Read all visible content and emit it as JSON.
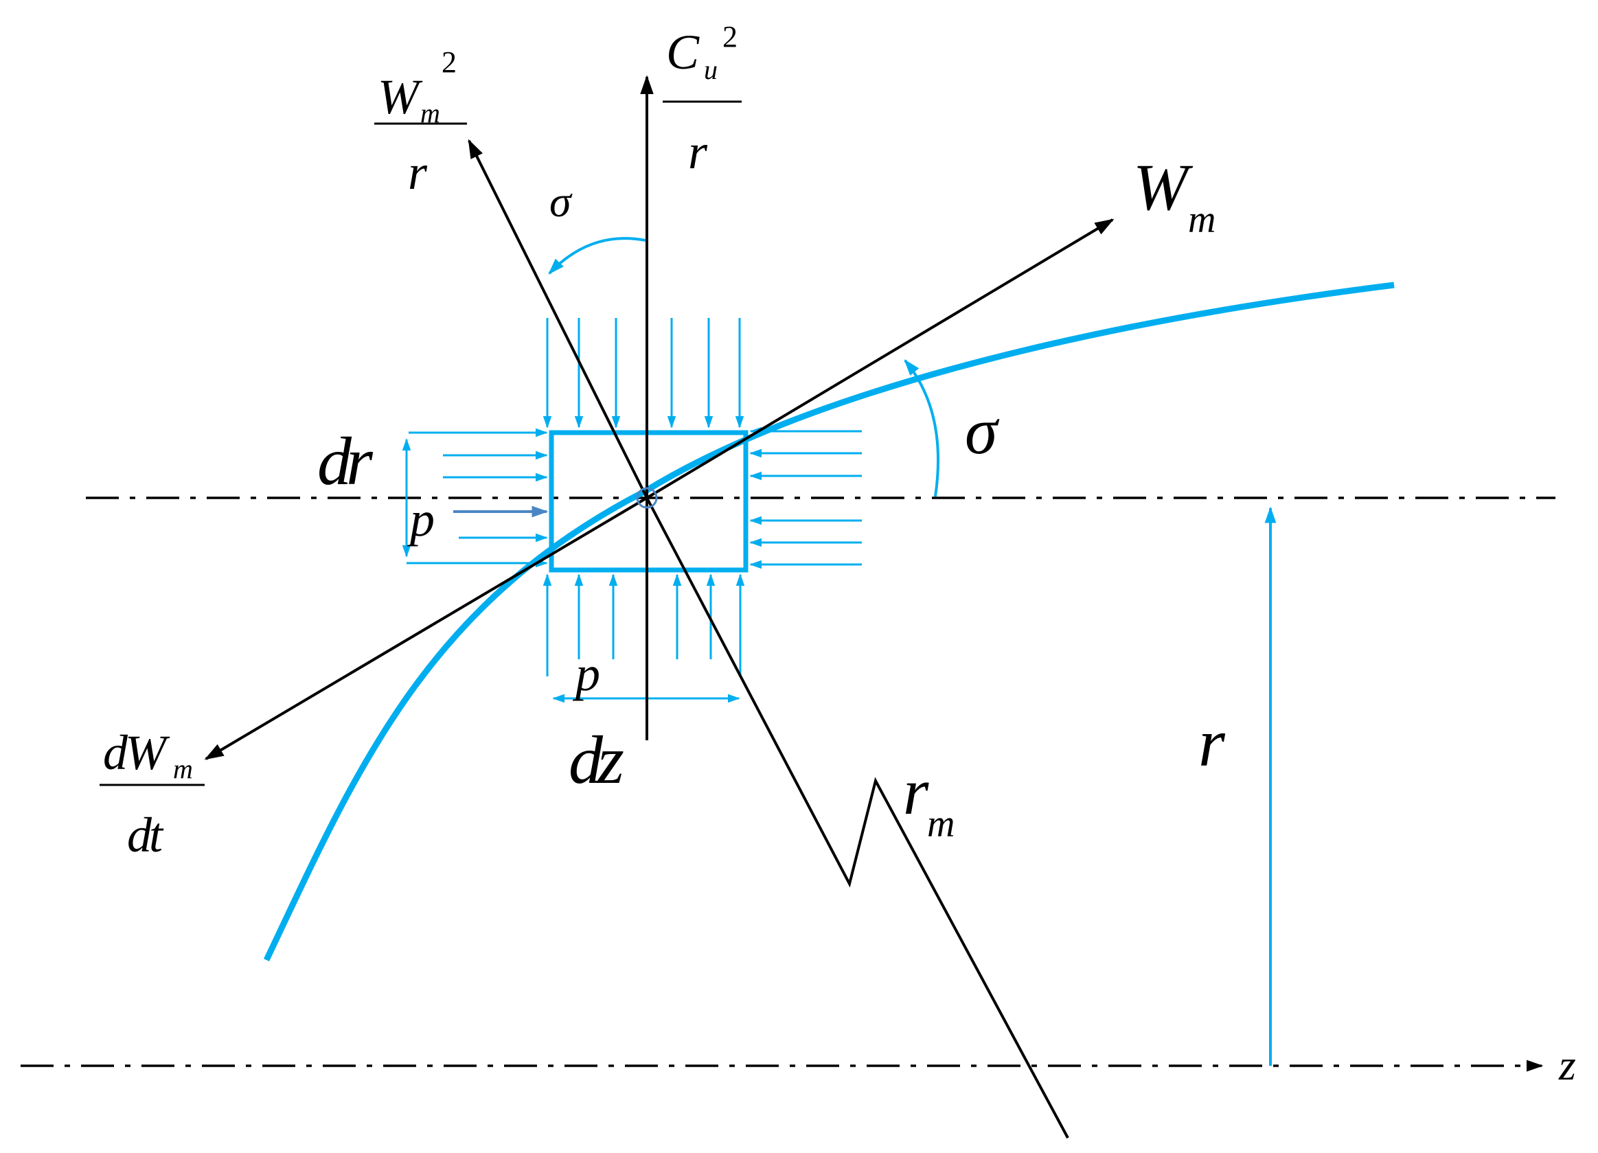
{
  "colors": {
    "accent": "#00AEEF",
    "ink": "#000000",
    "pressure_arrow": "#4A86C5"
  },
  "labels": {
    "wm2_over_r": {
      "num_main": "W",
      "num_sub": "m",
      "num_sup": "2",
      "den": "r"
    },
    "cu2_over_r": {
      "num_main": "C",
      "num_sub": "u",
      "num_sup": "2",
      "den": "r"
    },
    "sigma_top": "σ",
    "sigma_right": "σ",
    "wm": {
      "main": "W",
      "sub": "m"
    },
    "dr": "dr",
    "p_left": "p",
    "p_bottom": "p",
    "dz": "dz",
    "dwm_over_dt": {
      "num_main": "dW",
      "num_sub": "m",
      "den": "dt"
    },
    "rm": {
      "main": "r",
      "sub": "m"
    },
    "r": "r",
    "z": "z"
  }
}
